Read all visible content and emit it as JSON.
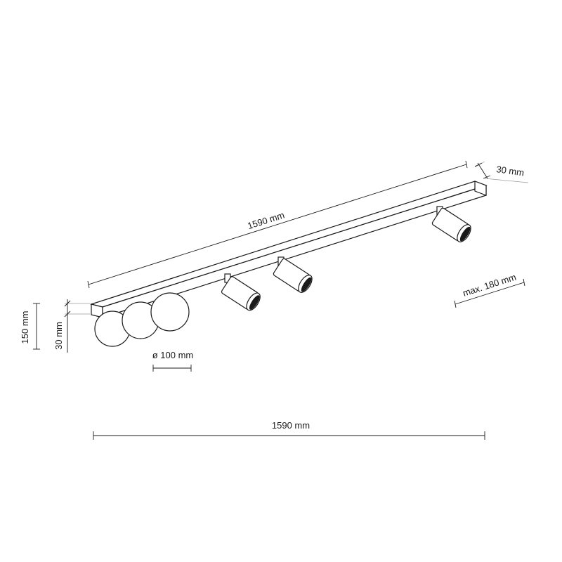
{
  "dimensions": {
    "rail_length_top": "1590 mm",
    "rail_width": "30 mm",
    "max_spot_projection": "max. 180 mm",
    "total_height": "150 mm",
    "rail_height": "30 mm",
    "globe_diameter": "ø 100 mm",
    "rail_length_bottom": "1590 mm"
  }
}
